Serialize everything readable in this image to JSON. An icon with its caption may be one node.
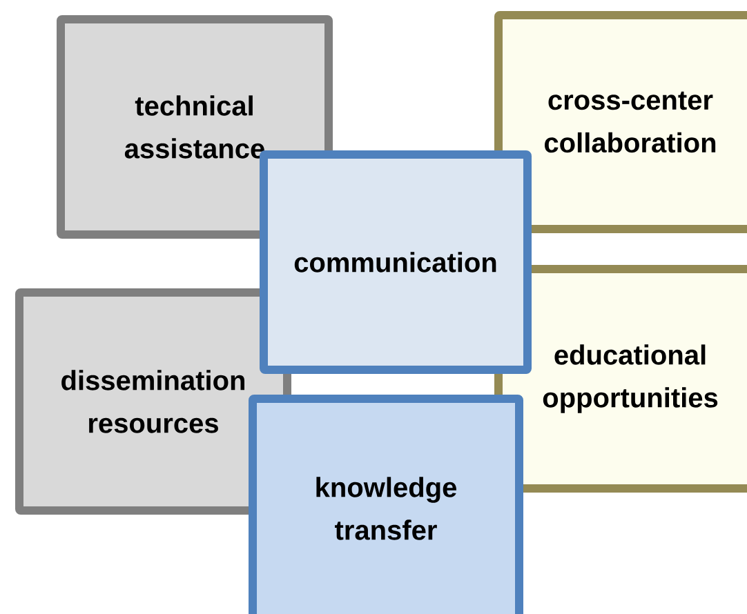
{
  "diagram": {
    "nodes": [
      {
        "text": [
          "technical assistance"
        ]
      },
      {
        "text": [
          "cross-center collaboration"
        ]
      },
      {
        "text": [
          "communication"
        ]
      },
      {
        "text": [
          "dissemination resources"
        ]
      },
      {
        "text": [
          "educational opportunities"
        ]
      },
      {
        "text": [
          "knowledge transfer"
        ]
      }
    ]
  }
}
